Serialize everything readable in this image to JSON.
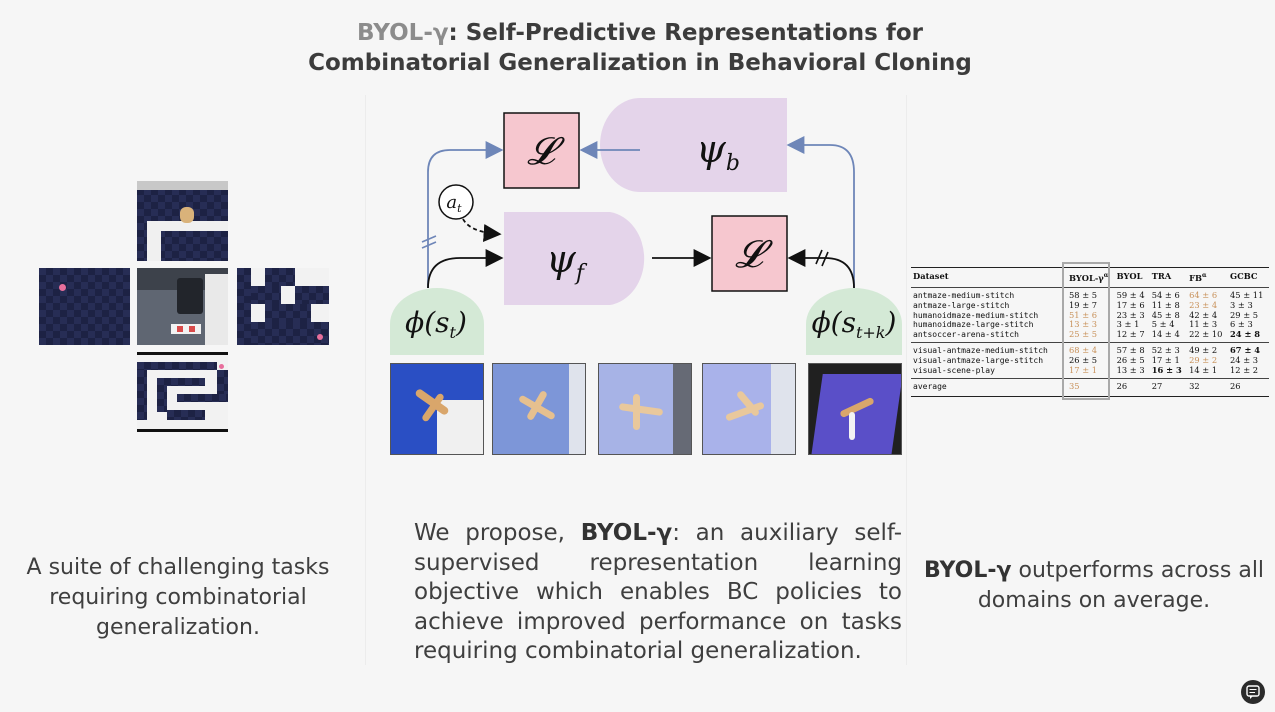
{
  "title": {
    "highlight": "BYOL-γ",
    "rest_line1": ": Self-Predictive Representations for",
    "line2": "Combinatorial Generalization in Behavioral Cloning"
  },
  "diagram": {
    "loss_top": "𝓛",
    "loss_mid": "𝓛",
    "psi_b": "ψ",
    "psi_b_sub": "b",
    "psi_f": "ψ",
    "psi_f_sub": "f",
    "action": "a",
    "action_sub": "t",
    "phi_left": "ϕ(s",
    "phi_left_sub": "t",
    "phi_left_close": ")",
    "phi_right": "ϕ(s",
    "phi_right_sub": "t+k",
    "phi_right_close": ")"
  },
  "captions": {
    "left": "A suite of challenging tasks requiring combinatorial generalization.",
    "mid_bold": "BYOL-γ",
    "mid_pre": "We propose, ",
    "mid_post": ": an auxiliary self-supervised representation learning objective which enables BC policies to achieve improved performance on tasks requiring combinatorial generalization.",
    "right_bold": "BYOL-γ",
    "right_post": " outperforms across all domains on average."
  },
  "table": {
    "headers": [
      "Dataset",
      "BYOL-γ",
      "BYOL",
      "TRA",
      "FB",
      "GCBC"
    ],
    "header_sup": "α",
    "groups": [
      [
        {
          "name": "antmaze-medium-stitch",
          "v": [
            "58 ± 5",
            "59 ± 4",
            "54 ± 6",
            "64 ± 6",
            "45 ± 11"
          ],
          "orange": [
            3
          ],
          "bold": []
        },
        {
          "name": "antmaze-large-stitch",
          "v": [
            "19 ± 7",
            "17 ± 6",
            "11 ± 8",
            "23 ± 4",
            "3 ± 3"
          ],
          "orange": [
            3
          ],
          "bold": []
        },
        {
          "name": "humanoidmaze-medium-stitch",
          "v": [
            "51 ± 6",
            "23 ± 3",
            "45 ± 8",
            "42 ± 4",
            "29 ± 5"
          ],
          "orange": [
            0
          ],
          "bold": []
        },
        {
          "name": "humanoidmaze-large-stitch",
          "v": [
            "13 ± 3",
            "3 ± 1",
            "5 ± 4",
            "11 ± 3",
            "6 ± 3"
          ],
          "orange": [
            0
          ],
          "bold": []
        },
        {
          "name": "antsoccer-arena-stitch",
          "v": [
            "25 ± 5",
            "12 ± 7",
            "14 ± 4",
            "22 ± 10",
            "24 ± 8"
          ],
          "orange": [
            0
          ],
          "bold": [
            4
          ]
        }
      ],
      [
        {
          "name": "visual-antmaze-medium-stitch",
          "v": [
            "68 ± 4",
            "57 ± 8",
            "52 ± 3",
            "49 ± 2",
            "67 ± 4"
          ],
          "orange": [
            0
          ],
          "bold": [
            4
          ]
        },
        {
          "name": "visual-antmaze-large-stitch",
          "v": [
            "26 ± 5",
            "26 ± 5",
            "17 ± 1",
            "29 ± 2",
            "24 ± 3"
          ],
          "orange": [
            3
          ],
          "bold": []
        },
        {
          "name": "visual-scene-play",
          "v": [
            "17 ± 1",
            "13 ± 3",
            "16 ± 3",
            "14 ± 1",
            "12 ± 2"
          ],
          "orange": [
            0
          ],
          "bold": [
            2
          ]
        }
      ]
    ],
    "average": {
      "name": "average",
      "v": [
        "35",
        "26",
        "27",
        "32",
        "26"
      ],
      "orange": [
        0
      ]
    }
  },
  "colors": {
    "loss_fill": "#f6c7cf",
    "psi_fill": "#e4d4ea",
    "phi_fill": "#d4e9d6",
    "arrow_blue": "#6e86b8",
    "orange_text": "#c8915a"
  }
}
